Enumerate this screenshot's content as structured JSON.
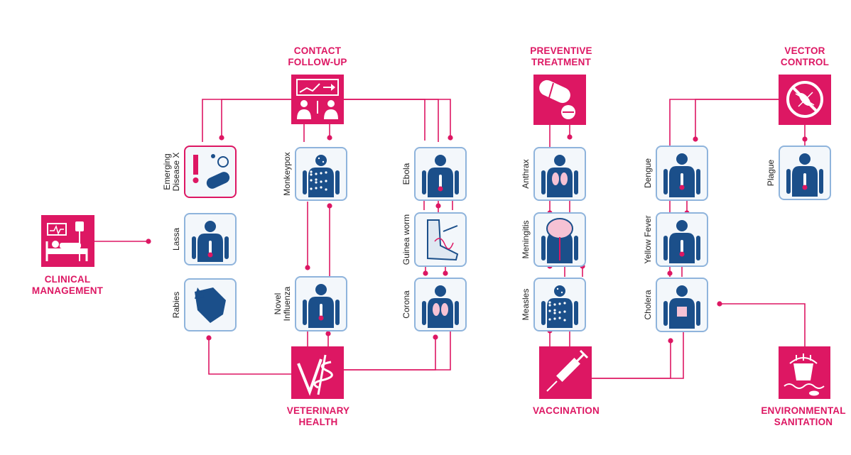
{
  "interventions": {
    "contact_follow_up": "CONTACT\nFOLLOW-UP",
    "preventive_treatment": "PREVENTIVE\nTREATMENT",
    "vector_control": "VECTOR\nCONTROL",
    "clinical_management": "CLINICAL\nMANAGEMENT",
    "veterinary_health": "VETERINARY\nHEALTH",
    "vaccination": "VACCINATION",
    "environmental_sanitation": "ENVIRONMENTAL\nSANITATION"
  },
  "diseases": {
    "emerging_disease_x": "Emerging\nDisease X",
    "lassa": "Lassa",
    "rabies": "Rabies",
    "monkeypox": "Monkeypox",
    "novel_influenza": "Novel\nInfluenza",
    "ebola": "Ebola",
    "guinea_worm": "Guinea worm",
    "corona": "Corona",
    "anthrax": "Anthrax",
    "meningitis": "Meningitis",
    "measles": "Measles",
    "dengue": "Dengue",
    "yellow_fever": "Yellow Fever",
    "cholera": "Cholera",
    "plague": "Plague"
  },
  "colors": {
    "accent": "#dd1763",
    "figure": "#1b4f8a",
    "tile_border": "#8fb4dc",
    "tile_bg": "#f3f7fb",
    "emerging_border": "#dd1763"
  },
  "icons": {
    "contact_follow_up": "monitoring-chart-icon",
    "preventive_treatment": "pill-capsule-icon",
    "vector_control": "no-mosquito-icon",
    "clinical_management": "hospital-bed-icon",
    "veterinary_health": "caduceus-icon",
    "vaccination": "syringe-icon",
    "environmental_sanitation": "water-bucket-icon"
  }
}
